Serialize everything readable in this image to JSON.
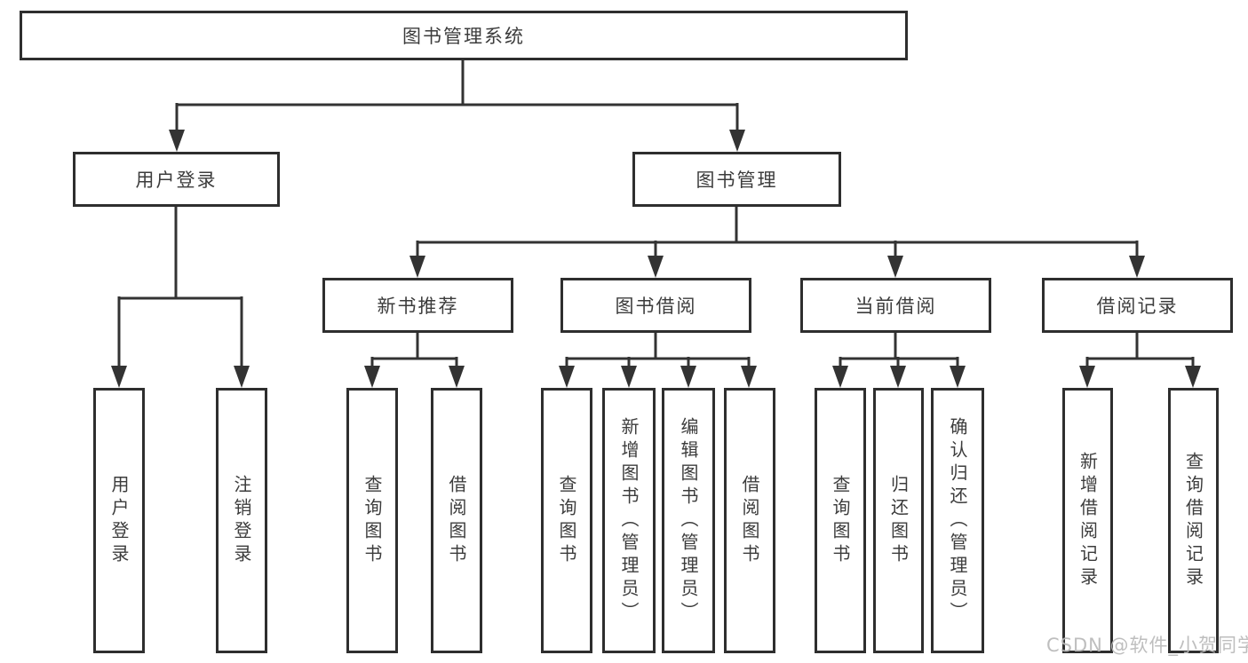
{
  "diagram": {
    "nodes": {
      "root": "图书管理系统",
      "user_login_branch": "用户登录",
      "book_mgmt_branch": "图书管理",
      "new_books": "新书推荐",
      "book_borrow": "图书借阅",
      "current_borrow": "当前借阅",
      "borrow_records": "借阅记录",
      "leaf_user_login": "用户登录",
      "leaf_logout": "注销登录",
      "leaf_query_books_nb": "查询图书",
      "leaf_borrow_books_nb": "借阅图书",
      "leaf_query_books_bb": "查询图书",
      "leaf_add_books": "新增图书（管理员）",
      "leaf_edit_books": "编辑图书（管理员）",
      "leaf_borrow_books_bb": "借阅图书",
      "leaf_query_books_cb": "查询图书",
      "leaf_return_books": "归还图书",
      "leaf_confirm_return": "确认归还（管理员）",
      "leaf_add_record": "新增借阅记录",
      "leaf_query_record": "查询借阅记录"
    },
    "colors": {
      "line": "#333333",
      "border": "#2e2e2e",
      "text": "#3c3c3c",
      "background": "#ffffff",
      "watermark": "#b9b9b9"
    }
  },
  "watermark": "CSDN @软件_小贺同学"
}
